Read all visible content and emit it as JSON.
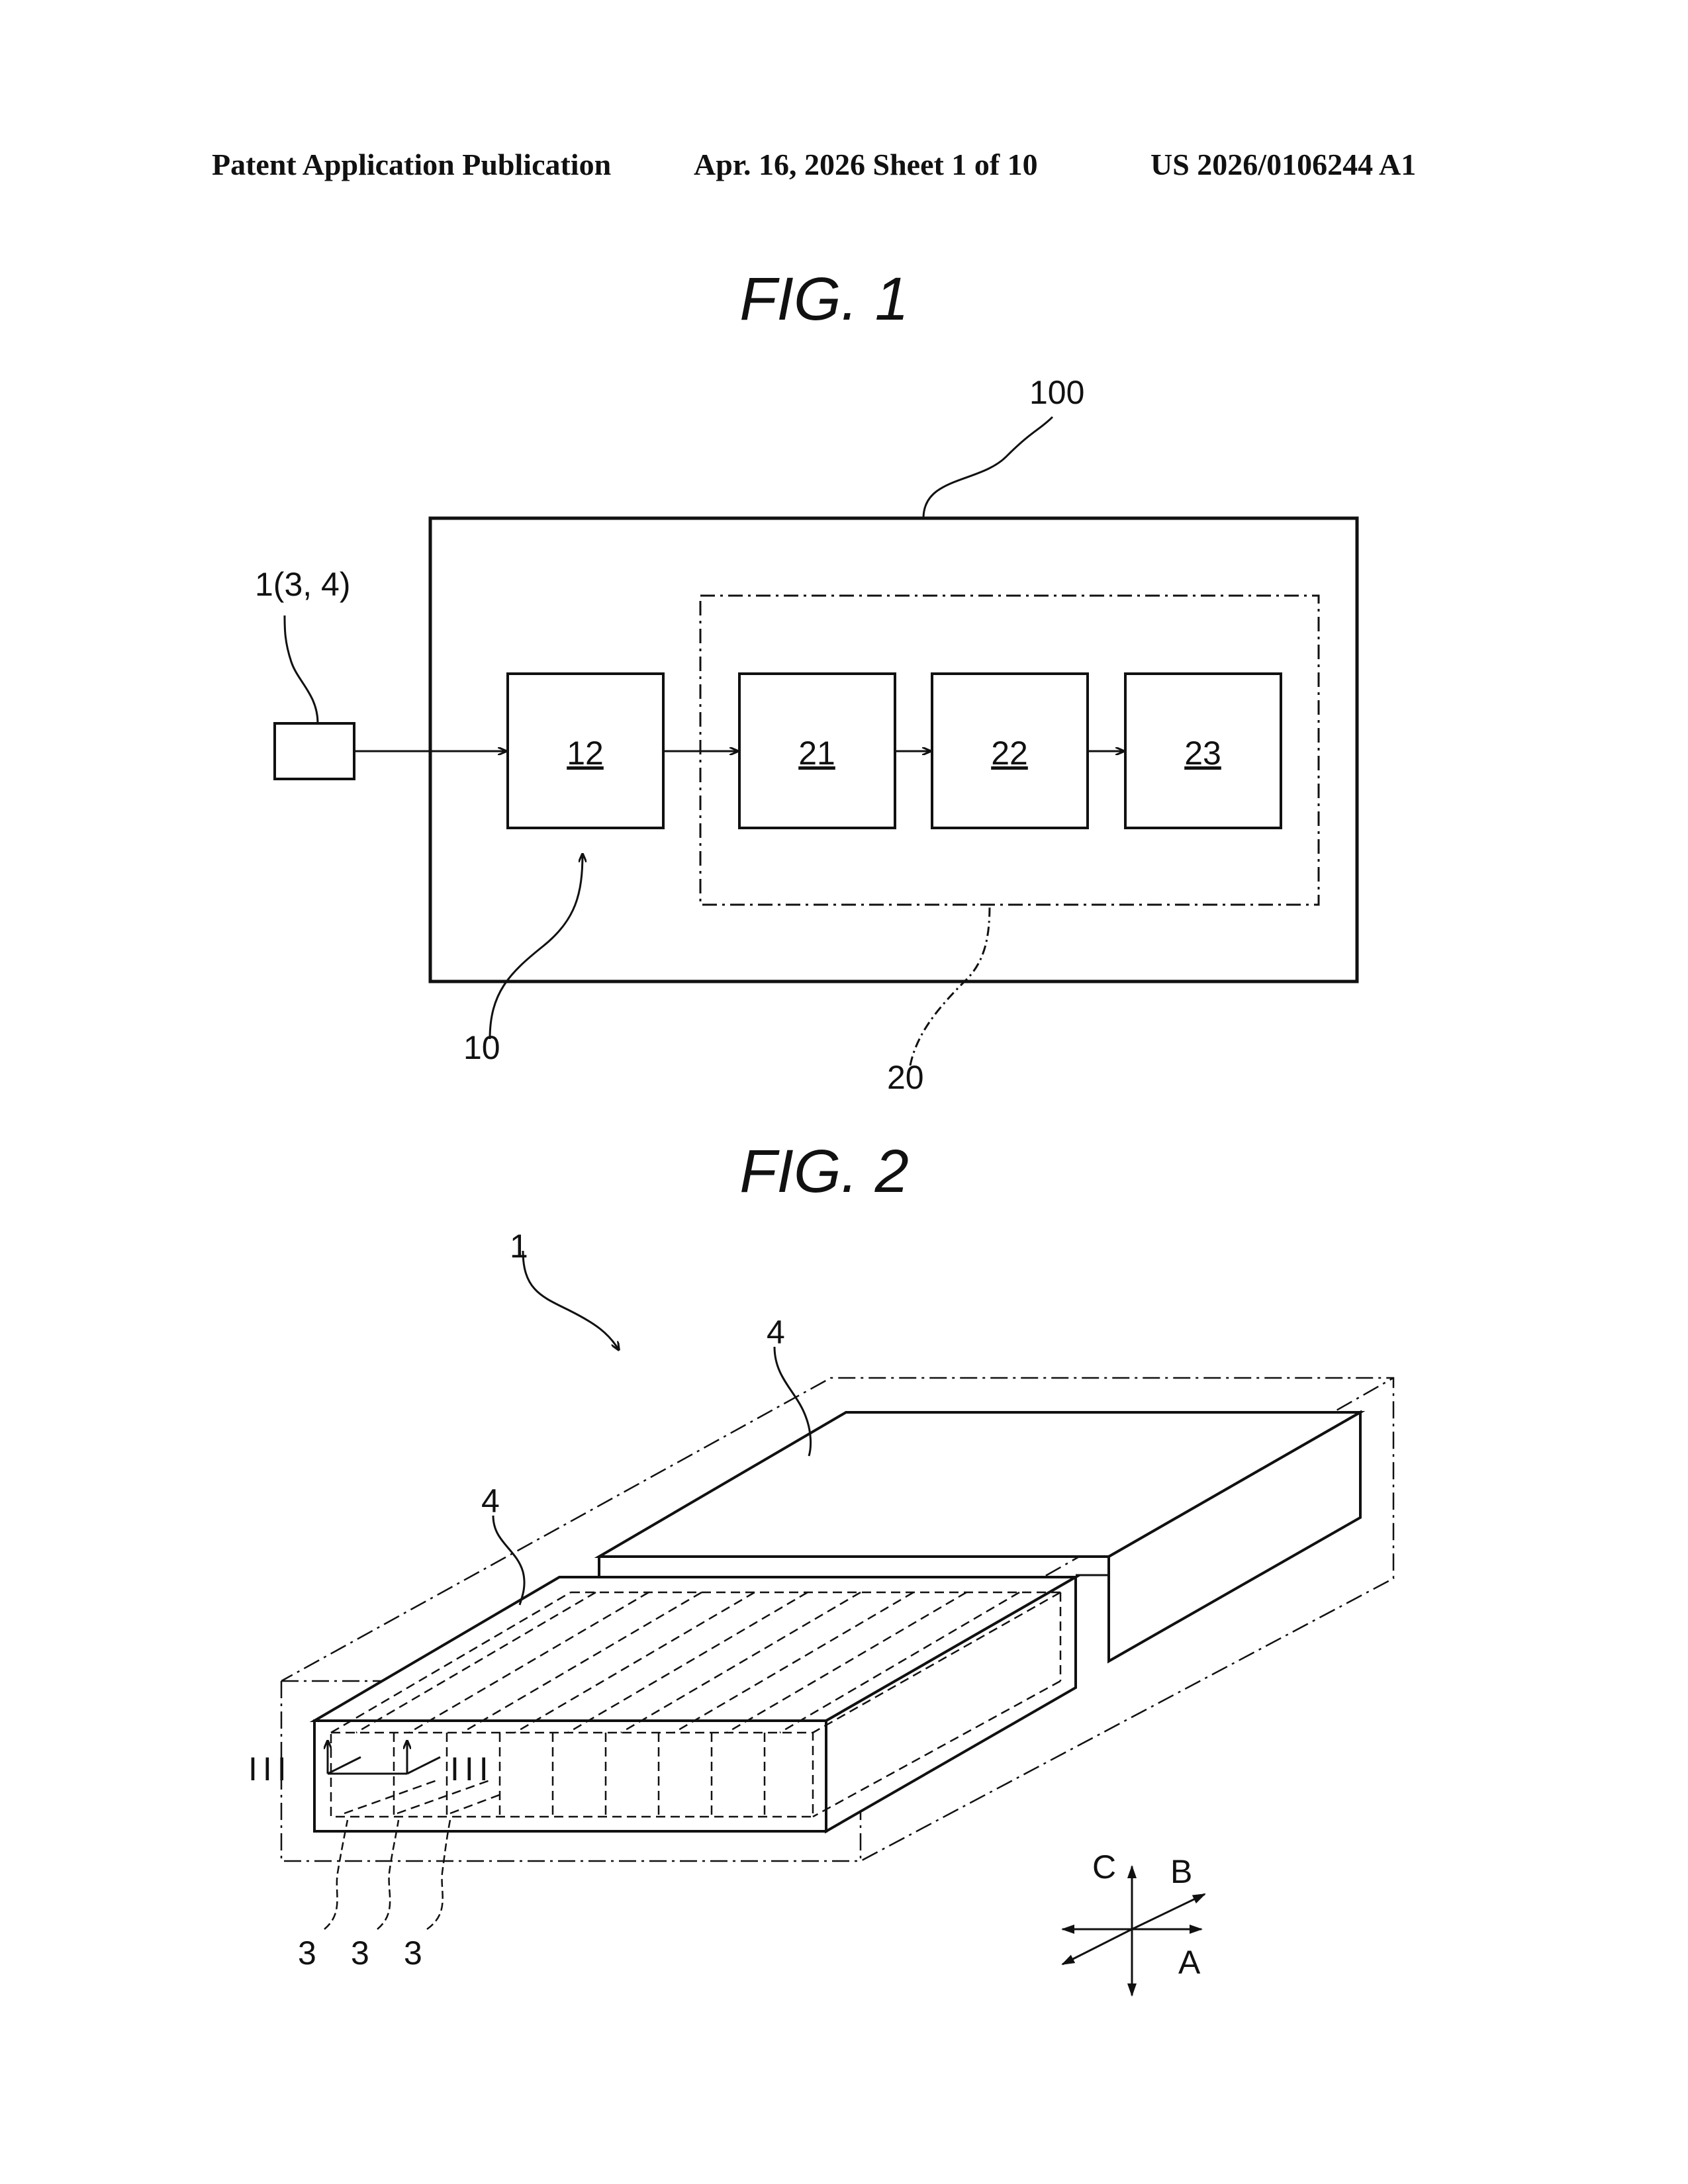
{
  "header": {
    "publication": "Patent Application Publication",
    "date_sheet": "Apr. 16, 2026  Sheet 1 of 10",
    "number": "US 2026/0106244 A1"
  },
  "fig1": {
    "title": "FIG. 1",
    "labels": {
      "system": "100",
      "input": "1(3, 4)",
      "unit10": "10",
      "unit20": "20",
      "block12": "12",
      "block21": "21",
      "block22": "22",
      "block23": "23"
    }
  },
  "fig2": {
    "title": "FIG. 2",
    "labels": {
      "assembly": "1",
      "module_back": "4",
      "module_front": "4",
      "section_left": "III",
      "section_right": "III",
      "cell_a": "3",
      "cell_b": "3",
      "cell_c": "3",
      "axis_c": "C",
      "axis_b": "B",
      "axis_a": "A"
    }
  }
}
